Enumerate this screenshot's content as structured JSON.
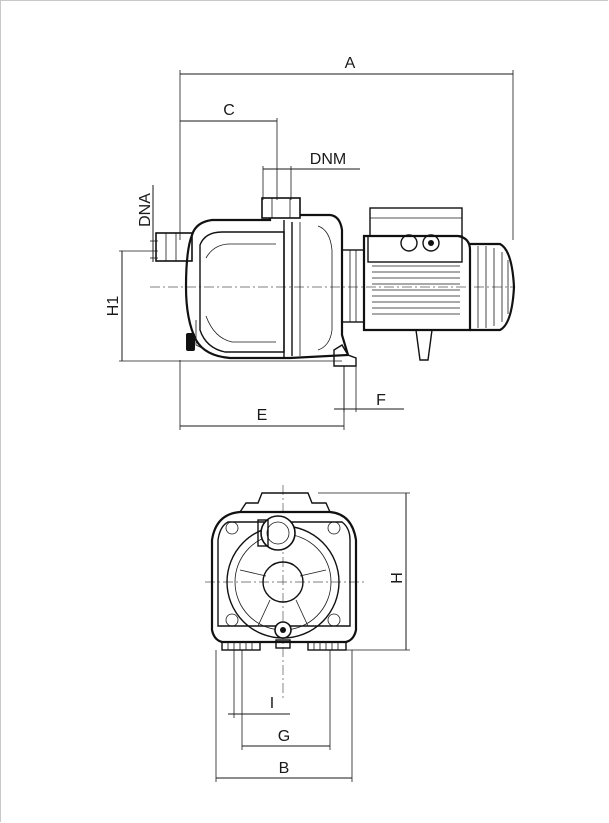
{
  "labels": {
    "A": "A",
    "C": "C",
    "DNM": "DNM",
    "DNA": "DNA",
    "H1": "H1",
    "E": "E",
    "F": "F",
    "H": "H",
    "I": "I",
    "G": "G",
    "B": "B"
  },
  "colors": {
    "line": "#1a1a1a",
    "frame": "#c8c8c8",
    "background": "#ffffff"
  }
}
